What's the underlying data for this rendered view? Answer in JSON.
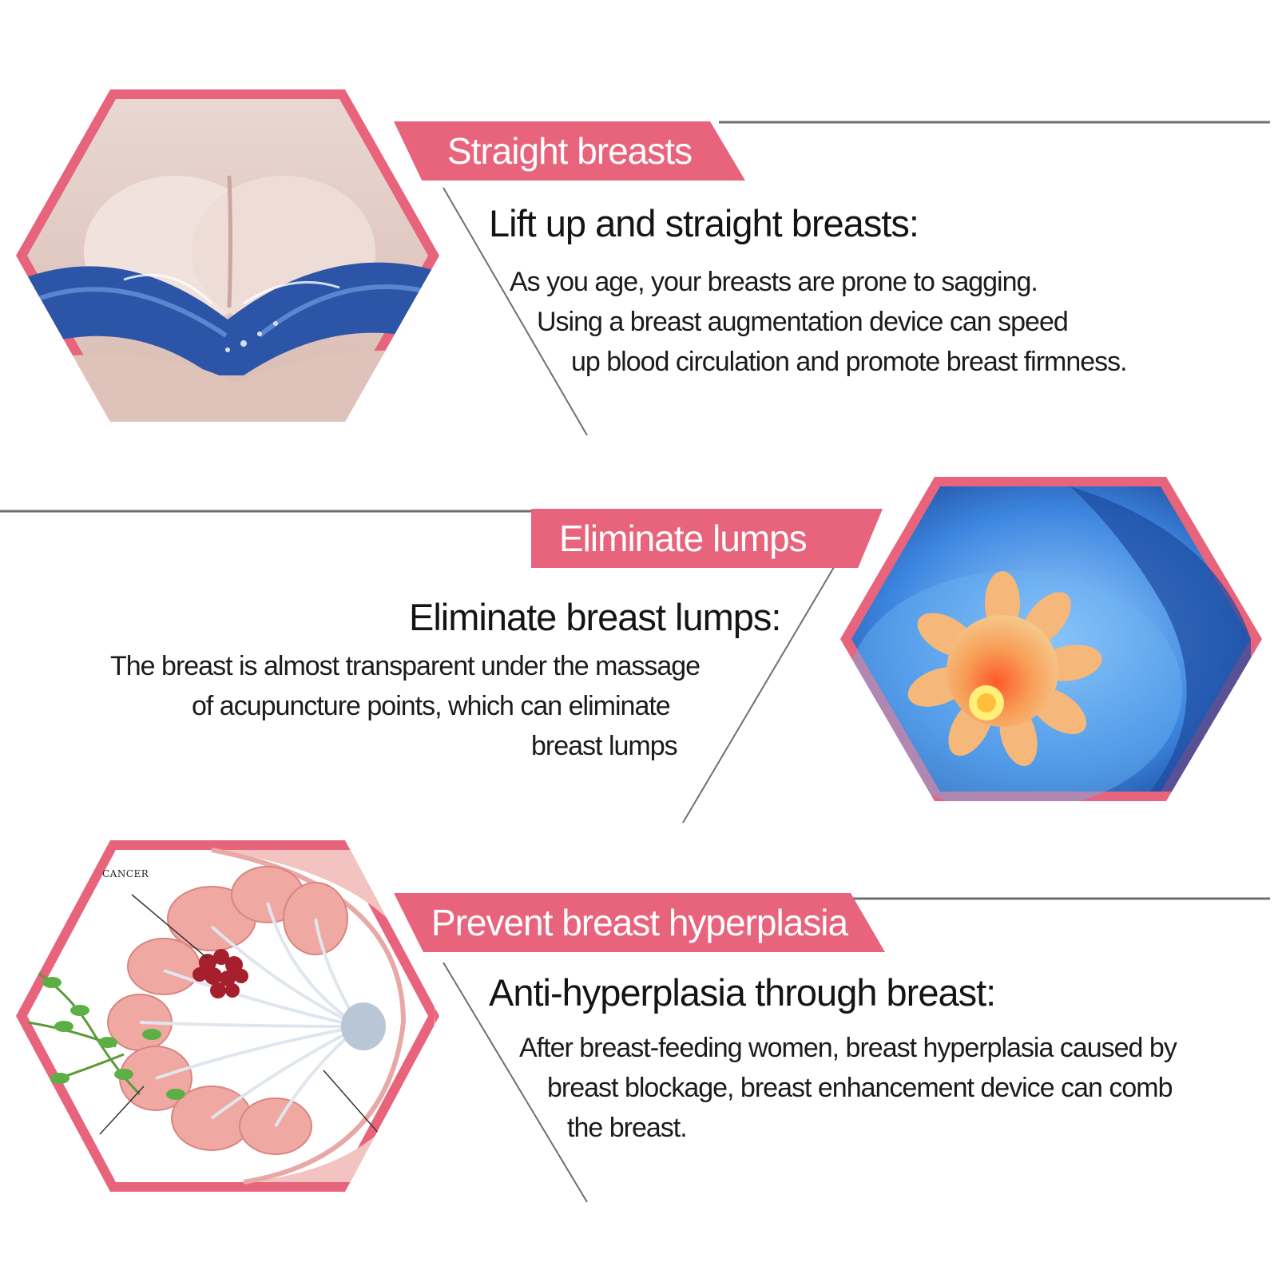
{
  "colors": {
    "accent": "#e8637c",
    "accent_light": "#f3a5b4",
    "rule": "#7d7d7d",
    "text": "#151515"
  },
  "sections": [
    {
      "tag": "Straight breasts",
      "heading": "Lift up and straight breasts:",
      "lines": [
        "As you age, your breasts are prone to sagging.",
        "Using a breast augmentation device can speed",
        "up blood circulation and promote breast firmness."
      ],
      "image_icon": "bra-lift-photo"
    },
    {
      "tag": "Eliminate lumps",
      "heading": "Eliminate breast lumps:",
      "lines": [
        "The breast is almost transparent under the massage",
        "of acupuncture points, which can eliminate",
        "breast lumps"
      ],
      "image_icon": "breast-lump-xray"
    },
    {
      "tag": "Prevent breast hyperplasia",
      "heading": "Anti-hyperplasia through breast:",
      "lines": [
        "After breast-feeding women, breast hyperplasia caused by",
        "breast blockage, breast enhancement device can comb",
        "the breast."
      ],
      "image_icon": "breast-anatomy-diagram",
      "diagram_label": "CANCER"
    }
  ]
}
